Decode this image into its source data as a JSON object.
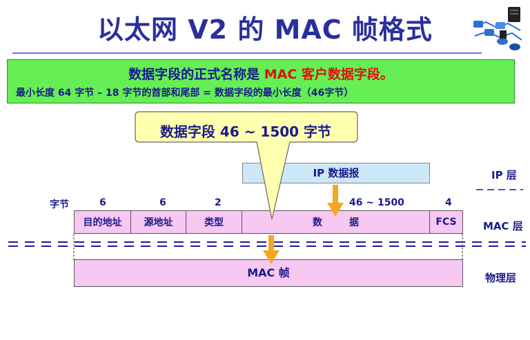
{
  "title": "以太网 V2 的 MAC 帧格式",
  "note": {
    "line1_prefix": "数据字段的正式名称是 ",
    "line1_highlight": "MAC 客户数据字段。",
    "line2": "最小长度 64 字节 – 18 字节的首部和尾部  =  数据字段的最小长度（46字节）"
  },
  "callout": "数据字段 46 ~ 1500 字节",
  "ip_packet": "IP 数据报",
  "layers": {
    "ip": "IP 层",
    "mac": "MAC 层",
    "physical": "物理层"
  },
  "bytes_label": "字节",
  "fields": [
    {
      "name": "目的地址",
      "bytes": "6"
    },
    {
      "name": "源地址",
      "bytes": "6"
    },
    {
      "name": "类型",
      "bytes": "2"
    },
    {
      "name": "数        据",
      "bytes": "46 ~ 1500"
    },
    {
      "name": "FCS",
      "bytes": "4"
    }
  ],
  "mac_frame": "MAC 帧",
  "colors": {
    "title": "#2a2f9c",
    "note_bg": "#66ee55",
    "highlight": "#e01010",
    "field_bg": "#f7c8f2",
    "ip_bg": "#cde8f6",
    "callout_bg": "#ffffb0",
    "arrow": "#f5a623"
  },
  "icons": [
    "network-icon"
  ]
}
